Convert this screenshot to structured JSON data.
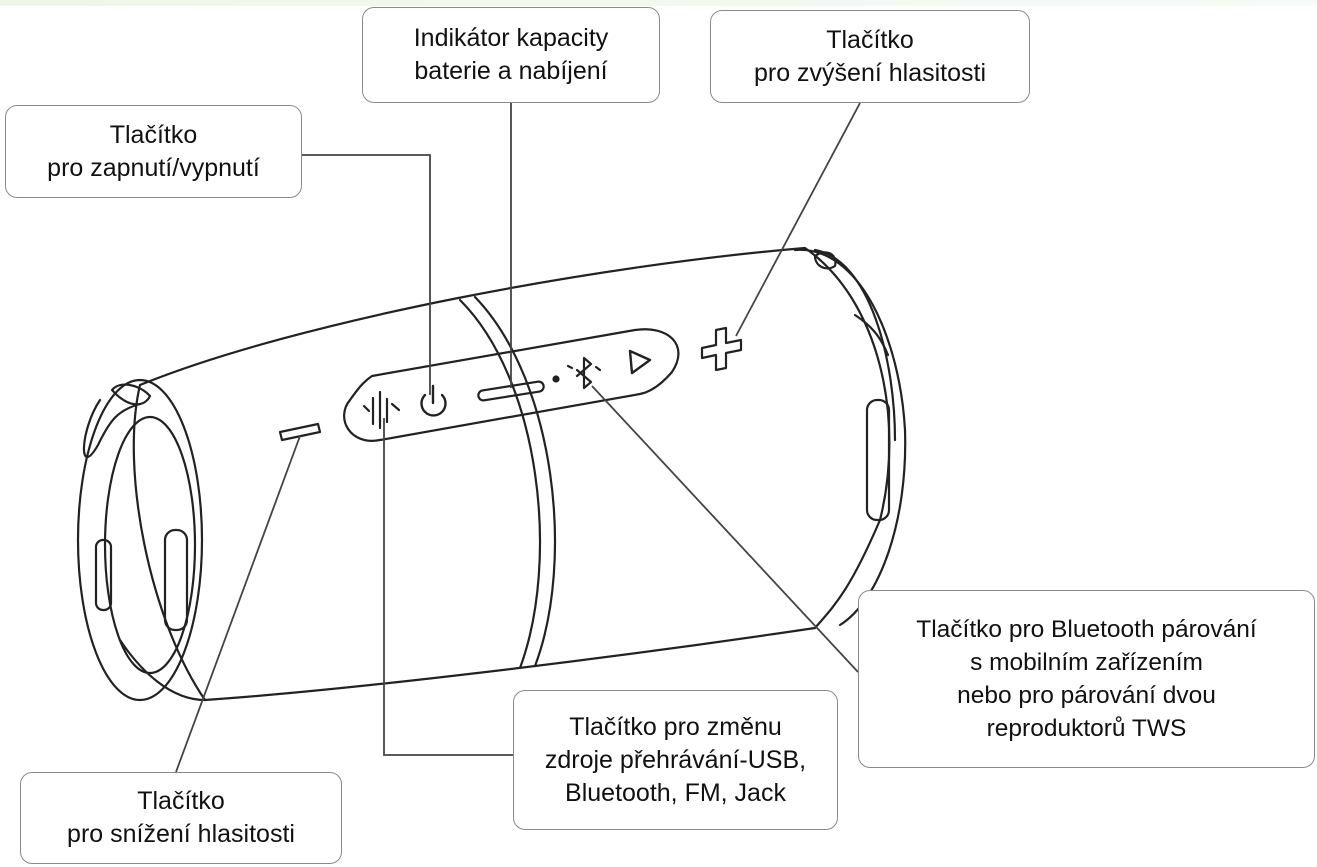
{
  "callouts": {
    "power": {
      "lines": [
        "Tlačítko",
        "pro zapnutí/vypnutí"
      ]
    },
    "battery": {
      "lines": [
        "Indikátor kapacity",
        "baterie a nabíjení"
      ]
    },
    "volume_up": {
      "lines": [
        "Tlačítko",
        "pro zvýšení hlasitosti"
      ]
    },
    "bluetooth": {
      "lines": [
        "Tlačítko pro Bluetooth párování",
        "s mobilním zařízením",
        "nebo pro párování dvou",
        "reproduktorů TWS"
      ]
    },
    "mode": {
      "lines": [
        "Tlačítko pro změnu",
        "zdroje přehrávání-USB,",
        "Bluetooth, FM, Jack"
      ]
    },
    "volume_down": {
      "lines": [
        "Tlačítko",
        "pro snížení hlasitosti"
      ]
    }
  },
  "device_icons": [
    "mode-icon",
    "power-icon",
    "battery-led-icon",
    "bluetooth-icon",
    "play-icon",
    "plus-icon",
    "minus-icon"
  ],
  "colors": {
    "outline": "#222222",
    "callout_border": "#8a8a8a",
    "text": "#111111",
    "top_bar": "#eef6ea"
  }
}
